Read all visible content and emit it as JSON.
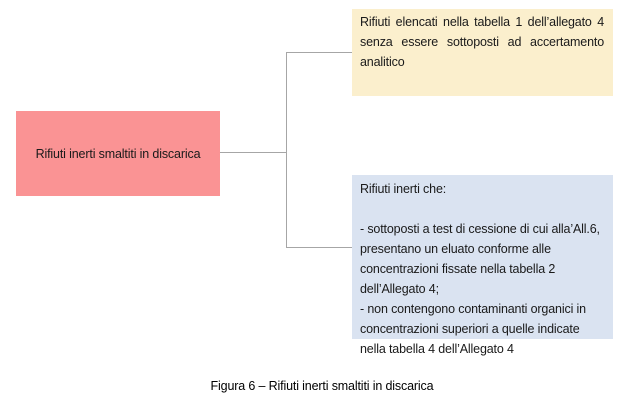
{
  "diagram": {
    "root": {
      "label": "Rifiuti inerti smaltiti in discarica"
    },
    "branches": [
      {
        "text": "Rifiuti elencati nella tabella 1 dell’allegato 4 senza essere sottoposti ad accertamento analitico"
      },
      {
        "header": "Rifiuti inerti che:",
        "items": [
          "- sottoposti a test di cessione di cui alla’All.6, presentano un eluato conforme alle concentrazioni fissate nella tabella 2 dell’Allegato 4;",
          "- non contengono contaminanti organici in concentrazioni superiori a quelle indicate nella tabella 4 dell’Allegato 4"
        ]
      }
    ]
  },
  "caption": {
    "text": "Figura 6 – Rifiuti inerti smaltiti in discarica"
  },
  "colors": {
    "root_fill": "#FA9394",
    "branch_top_fill": "#FBEFCD",
    "branch_bottom_fill": "#DAE3F1",
    "connector_line": "#A6A6A6",
    "text": "#1A1A1A",
    "background": "#FFFFFF"
  }
}
